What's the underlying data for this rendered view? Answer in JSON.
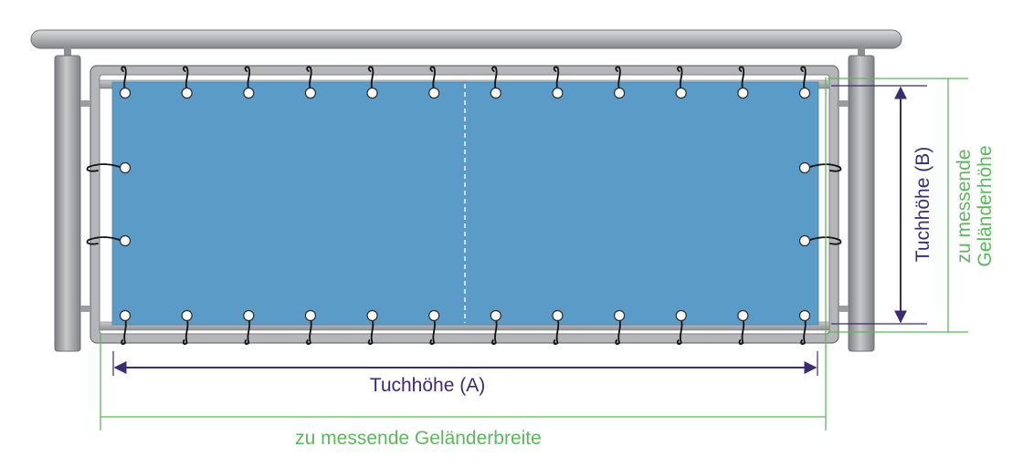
{
  "labels": {
    "cloth_width": "Tuchhöhe (A)",
    "cloth_height": "Tuchhöhe (B)",
    "railing_width": "zu messende Geländerbreite",
    "railing_height_line1": "zu messende",
    "railing_height_line2": "Geländerhöhe"
  },
  "colors": {
    "cloth": "#5b9bc7",
    "rail_metal": "#a9abae",
    "rail_edge": "#6d6f72",
    "dimension_navy": "#3b2b73",
    "dimension_green": "#5cb85c",
    "grommet": "#ffffff",
    "tie": "#111111"
  },
  "grommets": {
    "top_count": 12,
    "bottom_count": 12,
    "left_count": 2,
    "right_count": 2
  }
}
